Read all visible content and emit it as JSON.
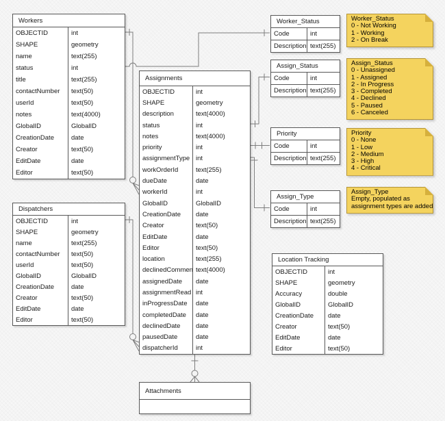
{
  "diagram": {
    "tables": {
      "workers": {
        "title": "Workers",
        "fields": [
          {
            "name": "OBJECTID",
            "type": "int"
          },
          {
            "name": "SHAPE",
            "type": "geometry"
          },
          {
            "name": "name",
            "type": "text(255)"
          },
          {
            "name": "status",
            "type": "int"
          },
          {
            "name": "title",
            "type": "text(255)"
          },
          {
            "name": "contactNumber",
            "type": "text(50)"
          },
          {
            "name": "userId",
            "type": "text(50)"
          },
          {
            "name": "notes",
            "type": "text(4000)"
          },
          {
            "name": "GlobalID",
            "type": "GlobalID"
          },
          {
            "name": "CreationDate",
            "type": "date"
          },
          {
            "name": "Creator",
            "type": "text(50)"
          },
          {
            "name": "EditDate",
            "type": "date"
          },
          {
            "name": "Editor",
            "type": "text(50)"
          }
        ]
      },
      "dispatchers": {
        "title": "Dispatchers",
        "fields": [
          {
            "name": "OBJECTID",
            "type": "int"
          },
          {
            "name": "SHAPE",
            "type": "geometry"
          },
          {
            "name": "name",
            "type": "text(255)"
          },
          {
            "name": "contactNumber",
            "type": "text(50)"
          },
          {
            "name": "userId",
            "type": "text(50)"
          },
          {
            "name": "GlobalID",
            "type": "GlobalID"
          },
          {
            "name": "CreationDate",
            "type": "date"
          },
          {
            "name": "Creator",
            "type": "text(50)"
          },
          {
            "name": "EditDate",
            "type": "date"
          },
          {
            "name": "Editor",
            "type": "text(50)"
          }
        ]
      },
      "assignments": {
        "title": "Assignments",
        "fields": [
          {
            "name": "OBJECTID",
            "type": "int"
          },
          {
            "name": "SHAPE",
            "type": "geometry"
          },
          {
            "name": "description",
            "type": "text(4000)"
          },
          {
            "name": "status",
            "type": "int"
          },
          {
            "name": "notes",
            "type": "text(4000)"
          },
          {
            "name": "priority",
            "type": "int"
          },
          {
            "name": "assignmentType",
            "type": "int"
          },
          {
            "name": "workOrderId",
            "type": "text(255)"
          },
          {
            "name": "dueDate",
            "type": "date"
          },
          {
            "name": "workerId",
            "type": "int"
          },
          {
            "name": "GlobalID",
            "type": "GlobalID"
          },
          {
            "name": "CreationDate",
            "type": "date"
          },
          {
            "name": "Creator",
            "type": "text(50)"
          },
          {
            "name": "EditDate",
            "type": "date"
          },
          {
            "name": "Editor",
            "type": "text(50)"
          },
          {
            "name": "location",
            "type": "text(255)"
          },
          {
            "name": "declinedComment",
            "type": "text(4000)"
          },
          {
            "name": "assignedDate",
            "type": "date"
          },
          {
            "name": "assignmentRead",
            "type": "int"
          },
          {
            "name": "inProgressDate",
            "type": "date"
          },
          {
            "name": "completedDate",
            "type": "date"
          },
          {
            "name": "declinedDate",
            "type": "date"
          },
          {
            "name": "pausedDate",
            "type": "date"
          },
          {
            "name": "dispatcherId",
            "type": "int"
          }
        ]
      },
      "worker_status": {
        "title": "Worker_Status",
        "fields": [
          {
            "name": "Code",
            "type": "int"
          },
          {
            "name": "Description",
            "type": "text(255)"
          }
        ]
      },
      "assign_status": {
        "title": "Assign_Status",
        "fields": [
          {
            "name": "Code",
            "type": "int"
          },
          {
            "name": "Description",
            "type": "text(255)"
          }
        ]
      },
      "priority": {
        "title": "Priority",
        "fields": [
          {
            "name": "Code",
            "type": "int"
          },
          {
            "name": "Description",
            "type": "text(255)"
          }
        ]
      },
      "assign_type": {
        "title": "Assign_Type",
        "fields": [
          {
            "name": "Code",
            "type": "int"
          },
          {
            "name": "Description",
            "type": "text(255)"
          }
        ]
      },
      "location_tracking": {
        "title": "Location Tracking",
        "fields": [
          {
            "name": "OBJECTID",
            "type": "int"
          },
          {
            "name": "SHAPE",
            "type": "geometry"
          },
          {
            "name": "Accuracy",
            "type": "double"
          },
          {
            "name": "GlobalID",
            "type": "GlobalID"
          },
          {
            "name": "CreationDate",
            "type": "date"
          },
          {
            "name": "Creator",
            "type": "text(50)"
          },
          {
            "name": "EditDate",
            "type": "date"
          },
          {
            "name": "Editor",
            "type": "text(50)"
          }
        ]
      },
      "attachments": {
        "title": "Attachments",
        "fields": []
      }
    },
    "notes": {
      "worker_status": {
        "title": "Worker_Status",
        "lines": [
          "0 - Not Working",
          "1 - Working",
          "2 - On Break"
        ]
      },
      "assign_status": {
        "title": "Assign_Status",
        "lines": [
          "0 - Unassigned",
          "1 - Assigned",
          "2 - In Progress",
          "3 - Completed",
          "4 - Declined",
          "5 - Paused",
          "6 - Canceled"
        ]
      },
      "priority": {
        "title": "Priority",
        "lines": [
          "0 - None",
          "1 - Low",
          "2 - Medium",
          "3 - High",
          "4 - Critical"
        ]
      },
      "assign_type": {
        "title": "Assign_Type",
        "lines": [
          "Empty, populated as",
          "assignment types are added"
        ]
      }
    },
    "relationships": [
      {
        "from": "Workers",
        "from_field": "OBJECTID",
        "to": "Assignments",
        "to_field": "workerId",
        "from_cardinality": "one",
        "to_cardinality": "zero-or-many"
      },
      {
        "from": "Workers",
        "from_field": "status",
        "to": "Worker_Status",
        "to_field": "Code",
        "to_cardinality": "one"
      },
      {
        "from": "Dispatchers",
        "from_field": "OBJECTID",
        "to": "Assignments",
        "to_field": "dispatcherId",
        "from_cardinality": "one",
        "to_cardinality": "zero-or-many"
      },
      {
        "from": "Assignments",
        "from_field": "status",
        "to": "Assign_Status",
        "to_field": "Code",
        "from_cardinality": "one",
        "to_cardinality": "one"
      },
      {
        "from": "Assignments",
        "from_field": "priority",
        "to": "Priority",
        "to_field": "Code",
        "from_cardinality": "one",
        "to_cardinality": "one"
      },
      {
        "from": "Assignments",
        "from_field": "assignmentType",
        "to": "Assign_Type",
        "to_field": "Code",
        "from_cardinality": "one",
        "to_cardinality": "one"
      },
      {
        "from": "Assignments",
        "to": "Attachments",
        "from_cardinality": "one",
        "to_cardinality": "zero-or-many"
      }
    ],
    "colors": {
      "background": "#F4F4F4",
      "table_fill": "#FFFFFF",
      "table_border": "#565656",
      "edge": "#7D7D7D",
      "note_fill": "#F4D35E",
      "note_border": "#B39439",
      "note_fold": "#D6B03C",
      "text": "#1A1A1A"
    }
  }
}
